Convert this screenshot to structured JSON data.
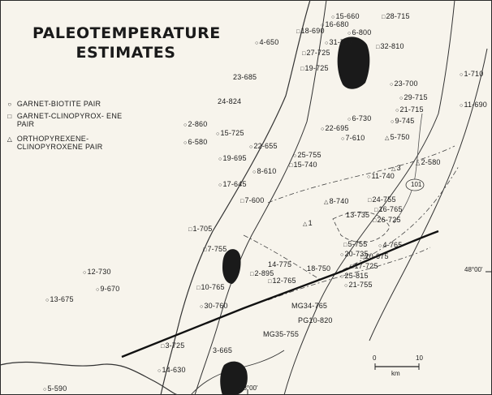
{
  "map": {
    "title_line1": "PALEOTEMPERATURE",
    "title_line2": "ESTIMATES",
    "legend": [
      {
        "symbol": "circle",
        "label": "GARNET-BIOTITE PAIR"
      },
      {
        "symbol": "square",
        "label": "GARNET-CLINOPYROX- ENE PAIR"
      },
      {
        "symbol": "triangle",
        "label": "ORTHOPYREXENE- CLINOPYROXENE PAIR"
      }
    ],
    "highway_label": "101",
    "lat_label": "48°00'",
    "lon_label": "83°00'",
    "scale_start": "0",
    "scale_end": "10",
    "scale_unit": "km",
    "samples": [
      {
        "id": "s1",
        "label": "15-660",
        "symbol": "circle"
      },
      {
        "id": "s2",
        "label": "28-715",
        "symbol": "square"
      },
      {
        "id": "s3",
        "label": "16-680",
        "symbol": "circle"
      },
      {
        "id": "s4",
        "label": "18-690",
        "symbol": "square"
      },
      {
        "id": "s5",
        "label": "6-800",
        "symbol": "circle"
      },
      {
        "id": "s6",
        "label": "31-720",
        "symbol": "circle"
      },
      {
        "id": "s7",
        "label": "32-810",
        "symbol": "square"
      },
      {
        "id": "s8",
        "label": "4-650",
        "symbol": "circle"
      },
      {
        "id": "s9",
        "label": "27-725",
        "symbol": "square"
      },
      {
        "id": "s10",
        "label": "19-725",
        "symbol": "square"
      },
      {
        "id": "s11",
        "label": "1-710",
        "symbol": "circle"
      },
      {
        "id": "s12",
        "label": "23-685",
        "symbol": "none"
      },
      {
        "id": "s13",
        "label": "24-824",
        "symbol": "none"
      },
      {
        "id": "s14",
        "label": "23-700",
        "symbol": "circle"
      },
      {
        "id": "s15",
        "label": "11-690",
        "symbol": "circle"
      },
      {
        "id": "s16",
        "label": "29-715",
        "symbol": "circle"
      },
      {
        "id": "s17",
        "label": "21-715",
        "symbol": "circle"
      },
      {
        "id": "s18",
        "label": "6-730",
        "symbol": "circle"
      },
      {
        "id": "s19",
        "label": "9-745",
        "symbol": "circle"
      },
      {
        "id": "s20",
        "label": "22-695",
        "symbol": "circle"
      },
      {
        "id": "s21",
        "label": "7-610",
        "symbol": "circle"
      },
      {
        "id": "s22",
        "label": "5-750",
        "symbol": "triangle"
      },
      {
        "id": "s23",
        "label": "2-860",
        "symbol": "circle"
      },
      {
        "id": "s24",
        "label": "15-725",
        "symbol": "circle"
      },
      {
        "id": "s25",
        "label": "6-580",
        "symbol": "circle"
      },
      {
        "id": "s26",
        "label": "22-655",
        "symbol": "circle"
      },
      {
        "id": "s27",
        "label": "19-695",
        "symbol": "circle"
      },
      {
        "id": "s28",
        "label": "25-755",
        "symbol": "circle"
      },
      {
        "id": "s29",
        "label": "15-740",
        "symbol": "square"
      },
      {
        "id": "s30",
        "label": "8-610",
        "symbol": "circle"
      },
      {
        "id": "s31",
        "label": "2-580",
        "symbol": "triangle"
      },
      {
        "id": "s32",
        "label": "3",
        "symbol": "triangle"
      },
      {
        "id": "s33",
        "label": "11-740",
        "symbol": "circle"
      },
      {
        "id": "s34",
        "label": "17-645",
        "symbol": "circle"
      },
      {
        "id": "s35",
        "label": "7-600",
        "symbol": "square"
      },
      {
        "id": "s36",
        "label": "8-740",
        "symbol": "triangle"
      },
      {
        "id": "s37",
        "label": "24-755",
        "symbol": "square"
      },
      {
        "id": "s38",
        "label": "16-765",
        "symbol": "square"
      },
      {
        "id": "s39",
        "label": "13-735",
        "symbol": "none"
      },
      {
        "id": "s40",
        "label": "26-725",
        "symbol": "square"
      },
      {
        "id": "s41",
        "label": "1",
        "symbol": "triangle"
      },
      {
        "id": "s42",
        "label": "1-705",
        "symbol": "square"
      },
      {
        "id": "s43",
        "label": "5-755",
        "symbol": "square"
      },
      {
        "id": "s44",
        "label": "4-765",
        "symbol": "circle"
      },
      {
        "id": "s45",
        "label": "20-735",
        "symbol": "circle"
      },
      {
        "id": "s46",
        "label": "20-675",
        "symbol": "square"
      },
      {
        "id": "s47",
        "label": "7-755",
        "symbol": "square"
      },
      {
        "id": "s48",
        "label": "14-775",
        "symbol": "none"
      },
      {
        "id": "s49",
        "label": "17-725",
        "symbol": "square"
      },
      {
        "id": "s50",
        "label": "2-895",
        "symbol": "square"
      },
      {
        "id": "s51",
        "label": "18-750",
        "symbol": "none"
      },
      {
        "id": "s52",
        "label": "25-815",
        "symbol": "circle"
      },
      {
        "id": "s53",
        "label": "12-730",
        "symbol": "circle"
      },
      {
        "id": "s54",
        "label": "9-670",
        "symbol": "circle"
      },
      {
        "id": "s55",
        "label": "12-765",
        "symbol": "square"
      },
      {
        "id": "s56",
        "label": "21-755",
        "symbol": "circle"
      },
      {
        "id": "s57",
        "label": "10-765",
        "symbol": "square"
      },
      {
        "id": "s58",
        "label": "13-675",
        "symbol": "circle"
      },
      {
        "id": "s59",
        "label": "MG34-765",
        "symbol": "none"
      },
      {
        "id": "s60",
        "label": "30-760",
        "symbol": "circle"
      },
      {
        "id": "s61",
        "label": "PG10-820",
        "symbol": "none"
      },
      {
        "id": "s62",
        "label": "MG35-755",
        "symbol": "none"
      },
      {
        "id": "s63",
        "label": "3-725",
        "symbol": "square"
      },
      {
        "id": "s64",
        "label": "3-665",
        "symbol": "none"
      },
      {
        "id": "s65",
        "label": "14-630",
        "symbol": "circle"
      },
      {
        "id": "s66",
        "label": "5-590",
        "symbol": "circle"
      }
    ]
  }
}
